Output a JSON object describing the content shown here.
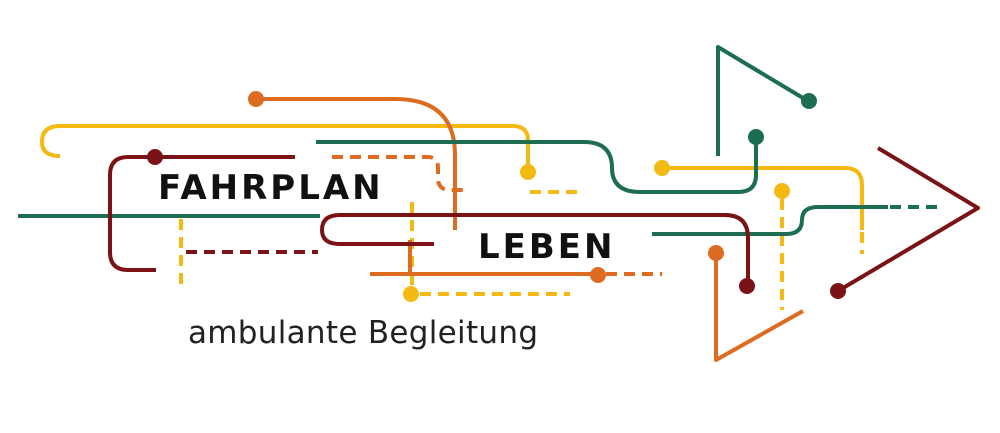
{
  "logo": {
    "title_line1": "FAHRPLAN",
    "title_line2": "LEBEN",
    "subtitle": "ambulante Begleitung"
  },
  "colors": {
    "yellow": "#f5b914",
    "orange": "#dd6b20",
    "green": "#1d6e50",
    "maroon": "#7a1216",
    "text": "#111111"
  }
}
